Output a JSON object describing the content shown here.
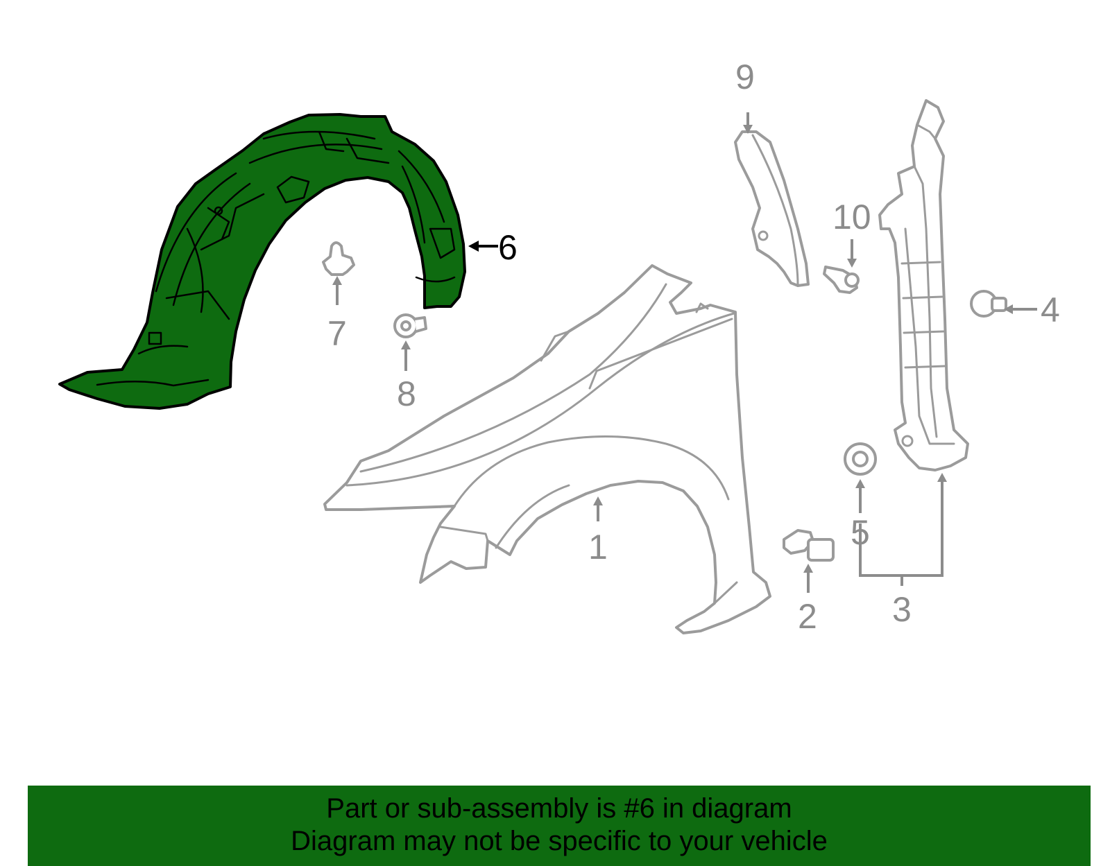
{
  "colors": {
    "highlight_fill": "#0e6b10",
    "banner_bg": "#0e6b10",
    "part_outline": "#9b9b9b",
    "callout_text": "#8c8c8c",
    "active_text": "#000000"
  },
  "callouts": {
    "c1": "1",
    "c2": "2",
    "c3": "3",
    "c4": "4",
    "c5": "5",
    "c6": "6",
    "c7": "7",
    "c8": "8",
    "c9": "9",
    "c10": "10"
  },
  "highlighted_part": "6",
  "banner": {
    "line1": "Part or sub-assembly is #6 in diagram",
    "line2": "Diagram may not be specific to your vehicle"
  }
}
